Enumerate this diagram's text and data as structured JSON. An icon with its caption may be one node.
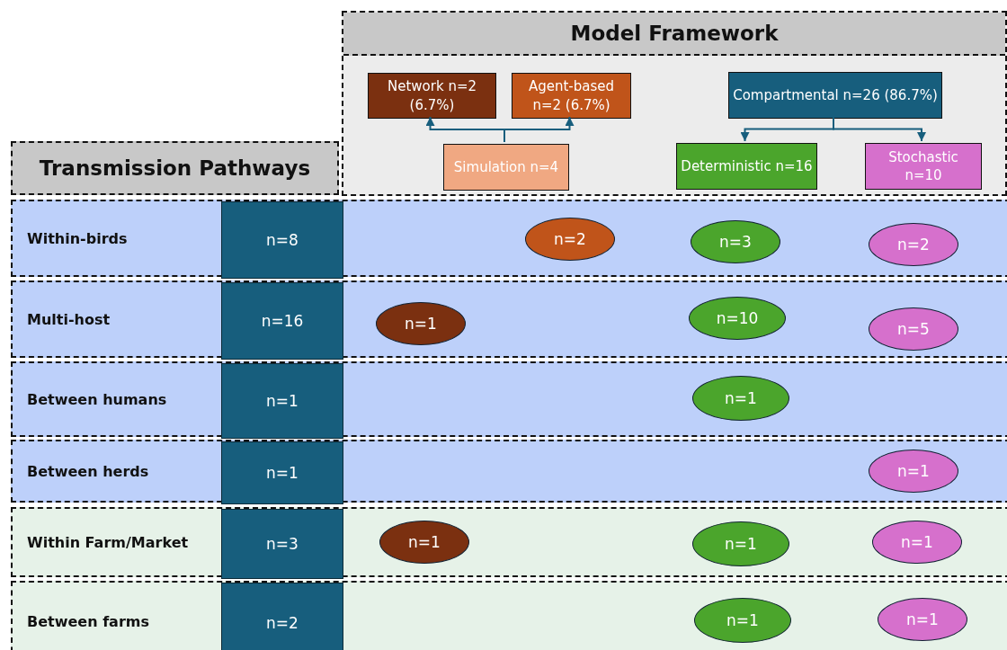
{
  "diagram": {
    "nodes": [
      {
        "text": [
          "Model Framework"
        ]
      },
      {
        "text": [
          "Network n=2 (6.7%)"
        ],
        "in": 0
      },
      {
        "text": [
          "Agent-based n=2 (6.7%)"
        ],
        "in": 0
      },
      {
        "text": [
          "Compartmental n=26 (86.7%)"
        ],
        "in": 0
      },
      {
        "text": [
          "Simulation n=4"
        ],
        "in": 0
      },
      {
        "text": [
          "Deterministic n=16"
        ],
        "in": 0
      },
      {
        "text": [
          "Stochastic n=10"
        ],
        "in": 0
      },
      {
        "text": [
          "Transmission Pathways"
        ]
      },
      {
        "text": [
          "Within-birds"
        ]
      },
      {
        "text": [
          "n=8"
        ],
        "in": 8
      },
      {
        "text": [
          "n=2"
        ],
        "in": 8
      },
      {
        "text": [
          "n=3"
        ],
        "in": 8
      },
      {
        "text": [
          "n=2"
        ],
        "in": 8
      },
      {
        "text": [
          "Multi-host"
        ]
      },
      {
        "text": [
          "n=16"
        ],
        "in": 13
      },
      {
        "text": [
          "n=1"
        ],
        "in": 13
      },
      {
        "text": [
          "n=10"
        ],
        "in": 13
      },
      {
        "text": [
          "n=5"
        ],
        "in": 13
      },
      {
        "text": [
          "Between humans"
        ]
      },
      {
        "text": [
          "n=1"
        ],
        "in": 18
      },
      {
        "text": [
          "n=1"
        ],
        "in": 18
      },
      {
        "text": [
          "Between herds"
        ]
      },
      {
        "text": [
          "n=1"
        ],
        "in": 21
      },
      {
        "text": [
          "n=1"
        ],
        "in": 21
      },
      {
        "text": [
          "Within Farm/Market"
        ]
      },
      {
        "text": [
          "n=3"
        ],
        "in": 24
      },
      {
        "text": [
          "n=1"
        ],
        "in": 24
      },
      {
        "text": [
          "n=1"
        ],
        "in": 24
      },
      {
        "text": [
          "n=1"
        ],
        "in": 24
      },
      {
        "text": [
          "Between farms"
        ]
      },
      {
        "text": [
          "n=2"
        ],
        "in": 29
      },
      {
        "text": [
          "n=1"
        ],
        "in": 29
      },
      {
        "text": [
          "n=1"
        ],
        "in": 29
      }
    ],
    "edges": [
      {
        "from": 4,
        "to": 1,
        "arrow": "to"
      },
      {
        "from": 4,
        "to": 2,
        "arrow": "to"
      },
      {
        "from": 3,
        "to": 5,
        "arrow": "to"
      },
      {
        "from": 3,
        "to": 6,
        "arrow": "to"
      }
    ]
  }
}
